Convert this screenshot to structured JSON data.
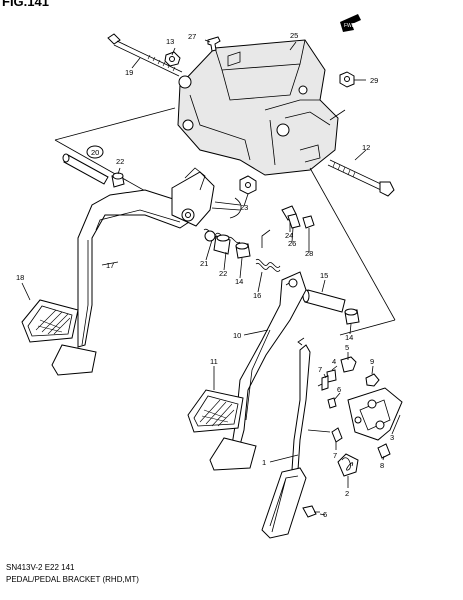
{
  "figure": {
    "label": "FIG.141"
  },
  "front_mark": "FWD",
  "footer": {
    "code": "SN413V-2 E22  141",
    "title": "PEDAL/PEDAL BRACKET (RHD,MT)"
  },
  "callouts": [
    {
      "id": "c1",
      "text": "1"
    },
    {
      "id": "c2",
      "text": "2"
    },
    {
      "id": "c3",
      "text": "3"
    },
    {
      "id": "c4",
      "text": "4"
    },
    {
      "id": "c5",
      "text": "5"
    },
    {
      "id": "c6a",
      "text": "6"
    },
    {
      "id": "c6b",
      "text": "6"
    },
    {
      "id": "c7a",
      "text": "7"
    },
    {
      "id": "c7b",
      "text": "7"
    },
    {
      "id": "c8",
      "text": "8"
    },
    {
      "id": "c9",
      "text": "9"
    },
    {
      "id": "c10",
      "text": "10"
    },
    {
      "id": "c11",
      "text": "11"
    },
    {
      "id": "c12",
      "text": "12"
    },
    {
      "id": "c13",
      "text": "13"
    },
    {
      "id": "c14a",
      "text": "14"
    },
    {
      "id": "c14b",
      "text": "14"
    },
    {
      "id": "c15",
      "text": "15"
    },
    {
      "id": "c16",
      "text": "16"
    },
    {
      "id": "c17",
      "text": "17"
    },
    {
      "id": "c18",
      "text": "18"
    },
    {
      "id": "c19",
      "text": "19"
    },
    {
      "id": "c20",
      "text": "20"
    },
    {
      "id": "c21",
      "text": "21"
    },
    {
      "id": "c22a",
      "text": "22"
    },
    {
      "id": "c22b",
      "text": "22"
    },
    {
      "id": "c23",
      "text": "23"
    },
    {
      "id": "c24",
      "text": "24"
    },
    {
      "id": "c25",
      "text": "25"
    },
    {
      "id": "c26",
      "text": "26"
    },
    {
      "id": "c27",
      "text": "27"
    },
    {
      "id": "c28",
      "text": "28"
    },
    {
      "id": "c29",
      "text": "29"
    }
  ]
}
